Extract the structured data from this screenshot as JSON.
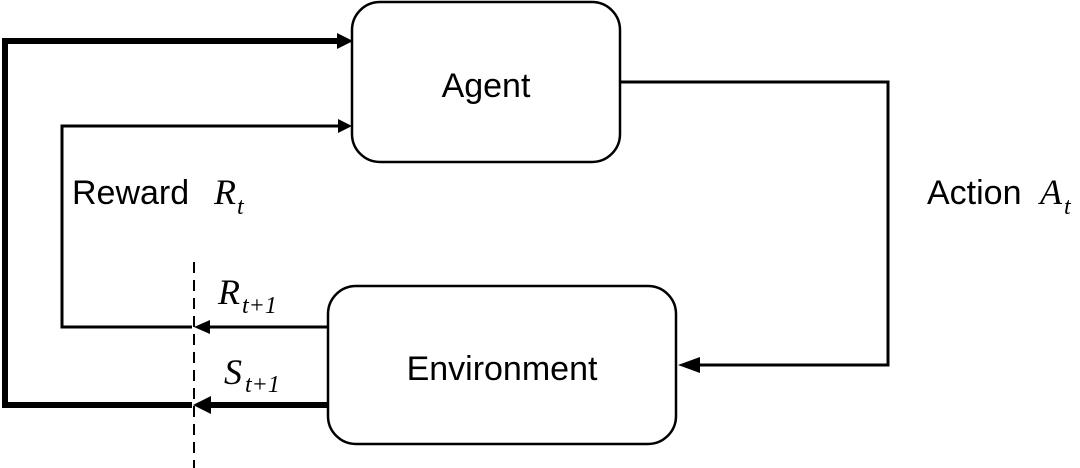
{
  "nodes": {
    "agent": {
      "label": "Agent"
    },
    "environment": {
      "label": "Environment"
    }
  },
  "labels": {
    "reward": {
      "text": "Reward",
      "symbol": "R",
      "subscript": "t"
    },
    "action": {
      "text": "Action",
      "symbol": "A",
      "subscript": "t"
    },
    "next_reward": {
      "symbol": "R",
      "subscript": "t+1"
    },
    "next_state": {
      "symbol": "S",
      "subscript": "t+1"
    }
  }
}
